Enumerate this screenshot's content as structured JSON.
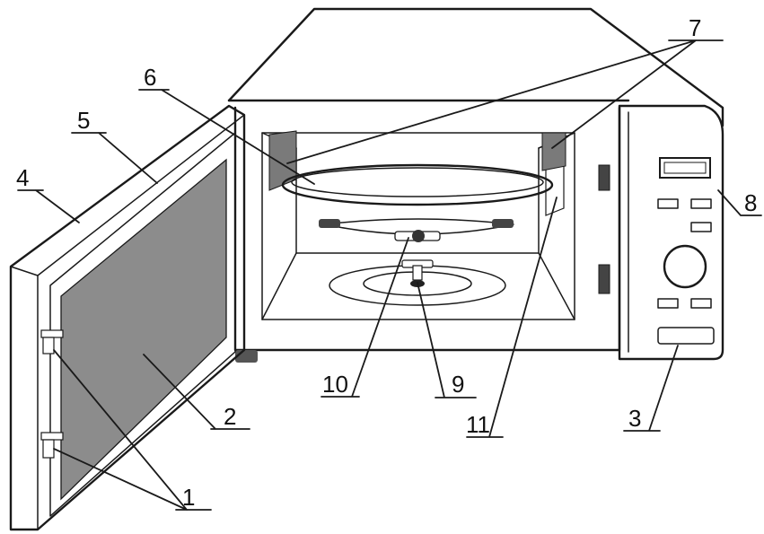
{
  "callouts": [
    {
      "id": "1",
      "label": "1"
    },
    {
      "id": "2",
      "label": "2"
    },
    {
      "id": "3",
      "label": "3"
    },
    {
      "id": "4",
      "label": "4"
    },
    {
      "id": "5",
      "label": "5"
    },
    {
      "id": "6",
      "label": "6"
    },
    {
      "id": "7",
      "label": "7"
    },
    {
      "id": "8",
      "label": "8"
    },
    {
      "id": "9",
      "label": "9"
    },
    {
      "id": "10",
      "label": "10"
    },
    {
      "id": "11",
      "label": "11"
    }
  ],
  "colors": {
    "line": "#1a1a1a",
    "window": "#8c8c8c",
    "mica": "#d9d9d9",
    "vent": "#7a7a7a"
  }
}
